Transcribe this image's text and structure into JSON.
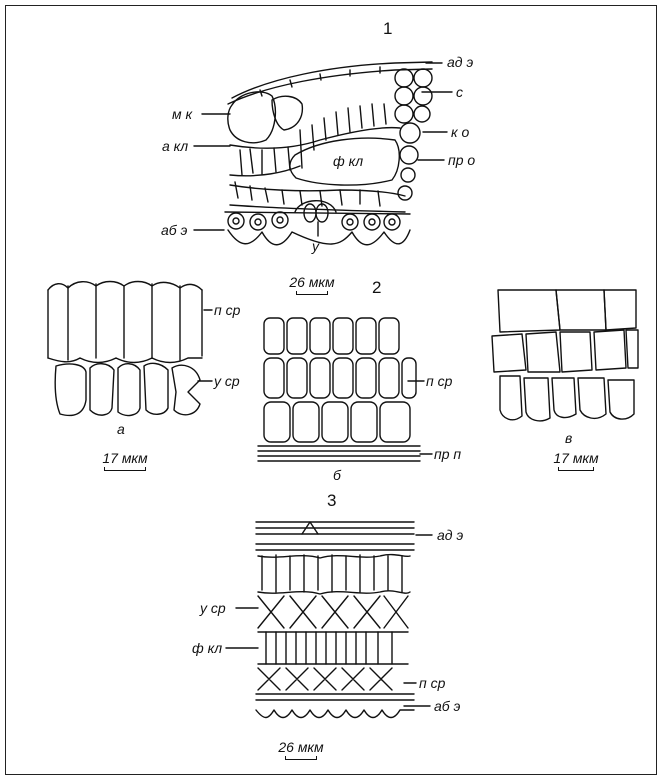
{
  "figure": {
    "panel_numbers": [
      "1",
      "2",
      "3"
    ],
    "panel1": {
      "labels": {
        "ad_e": "ад э",
        "s": "с",
        "mk": "м к",
        "akl": "а кл",
        "ko": "к о",
        "fkl": "ф кл",
        "pro": "пр о",
        "abe": "аб э",
        "u": "у"
      },
      "scale": "26 мкм"
    },
    "panel2": {
      "labels": {
        "a_pcr": "п ср",
        "a_ucr": "у ср",
        "b_pcr": "п ср",
        "b_prp": "пр п"
      },
      "sub_a": "а",
      "sub_b": "б",
      "sub_v": "в",
      "scale_a": "17 мкм",
      "scale_v": "17 мкм"
    },
    "panel3": {
      "labels": {
        "ad_e": "ад э",
        "ucr": "у ср",
        "fkl": "ф кл",
        "pcr": "п ср",
        "abe": "аб э"
      },
      "scale": "26 мкм"
    }
  }
}
